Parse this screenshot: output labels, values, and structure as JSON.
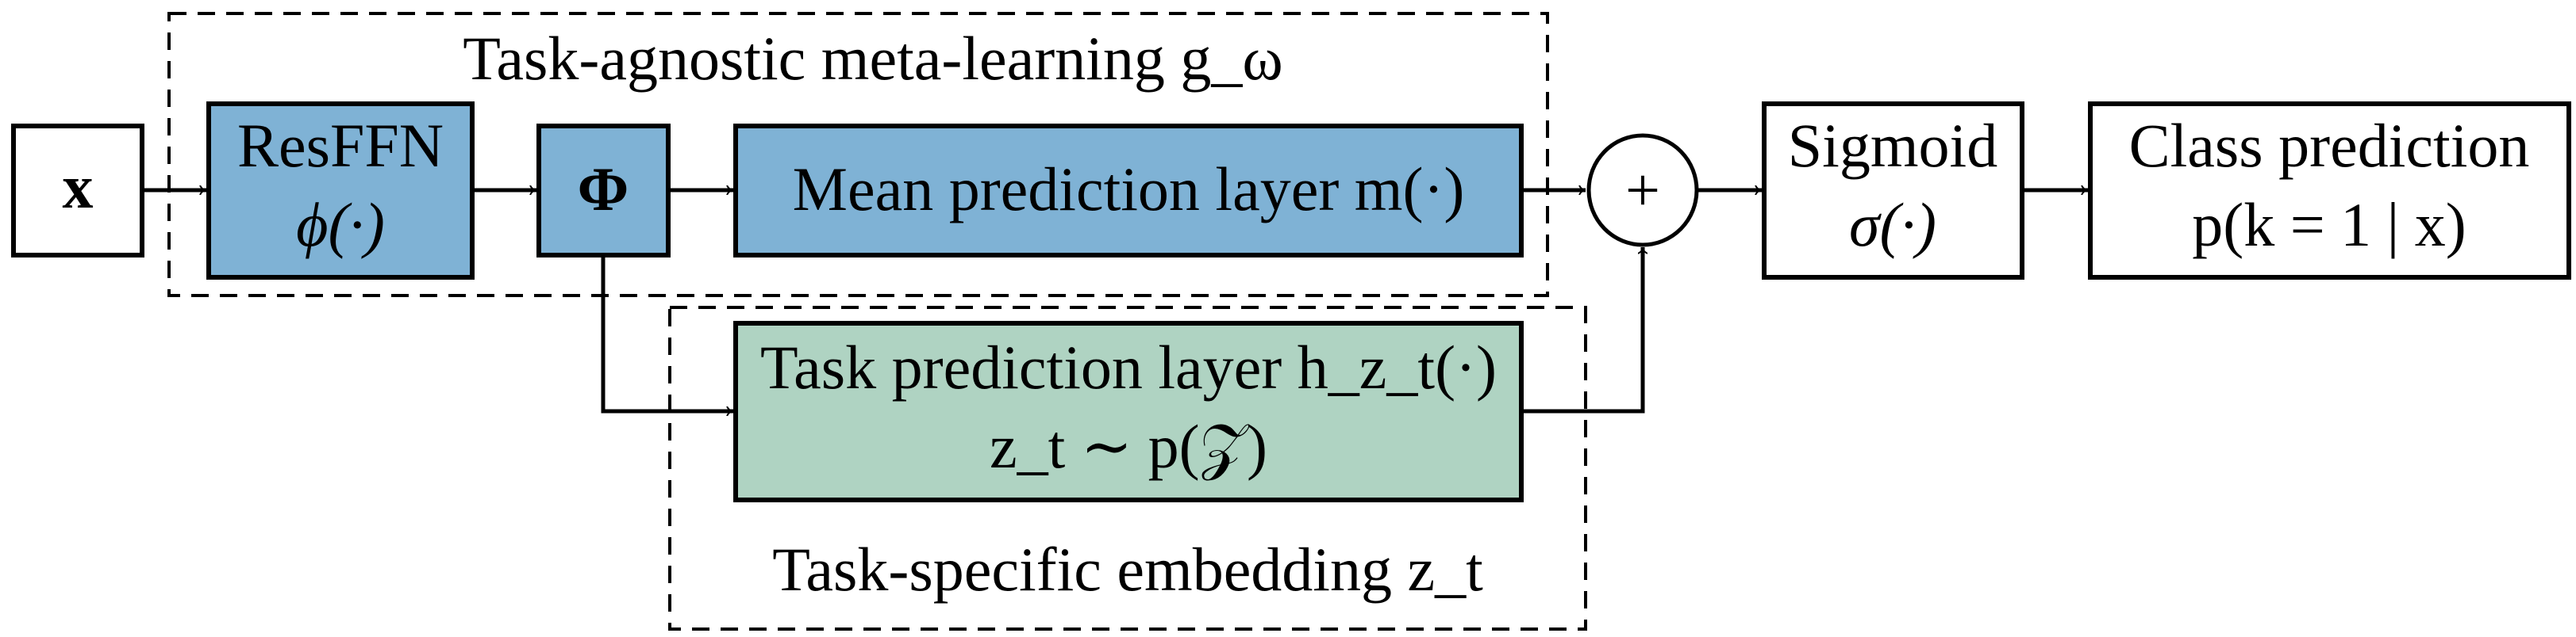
{
  "colors": {
    "blue": "#7fb2d5",
    "green": "#afd3c2"
  },
  "groups": {
    "meta_learning": "Task-agnostic meta-learning g_ω",
    "task_embedding": "Task-specific embedding z_t"
  },
  "nodes": {
    "input": "x",
    "resffn": {
      "line1": "ResFFN",
      "line2": "ϕ(·)"
    },
    "phi": "Φ",
    "mean_layer": "Mean prediction layer m(·)",
    "task_layer": {
      "line1": "Task prediction layer h_z_t(·)",
      "line2": "z_t ∼ p(𝒵)"
    },
    "sum": "+",
    "sigmoid": {
      "line1": "Sigmoid",
      "line2": "σ(·)"
    },
    "class_pred": {
      "line1": "Class prediction",
      "line2": "p(k = 1 | x)"
    }
  }
}
